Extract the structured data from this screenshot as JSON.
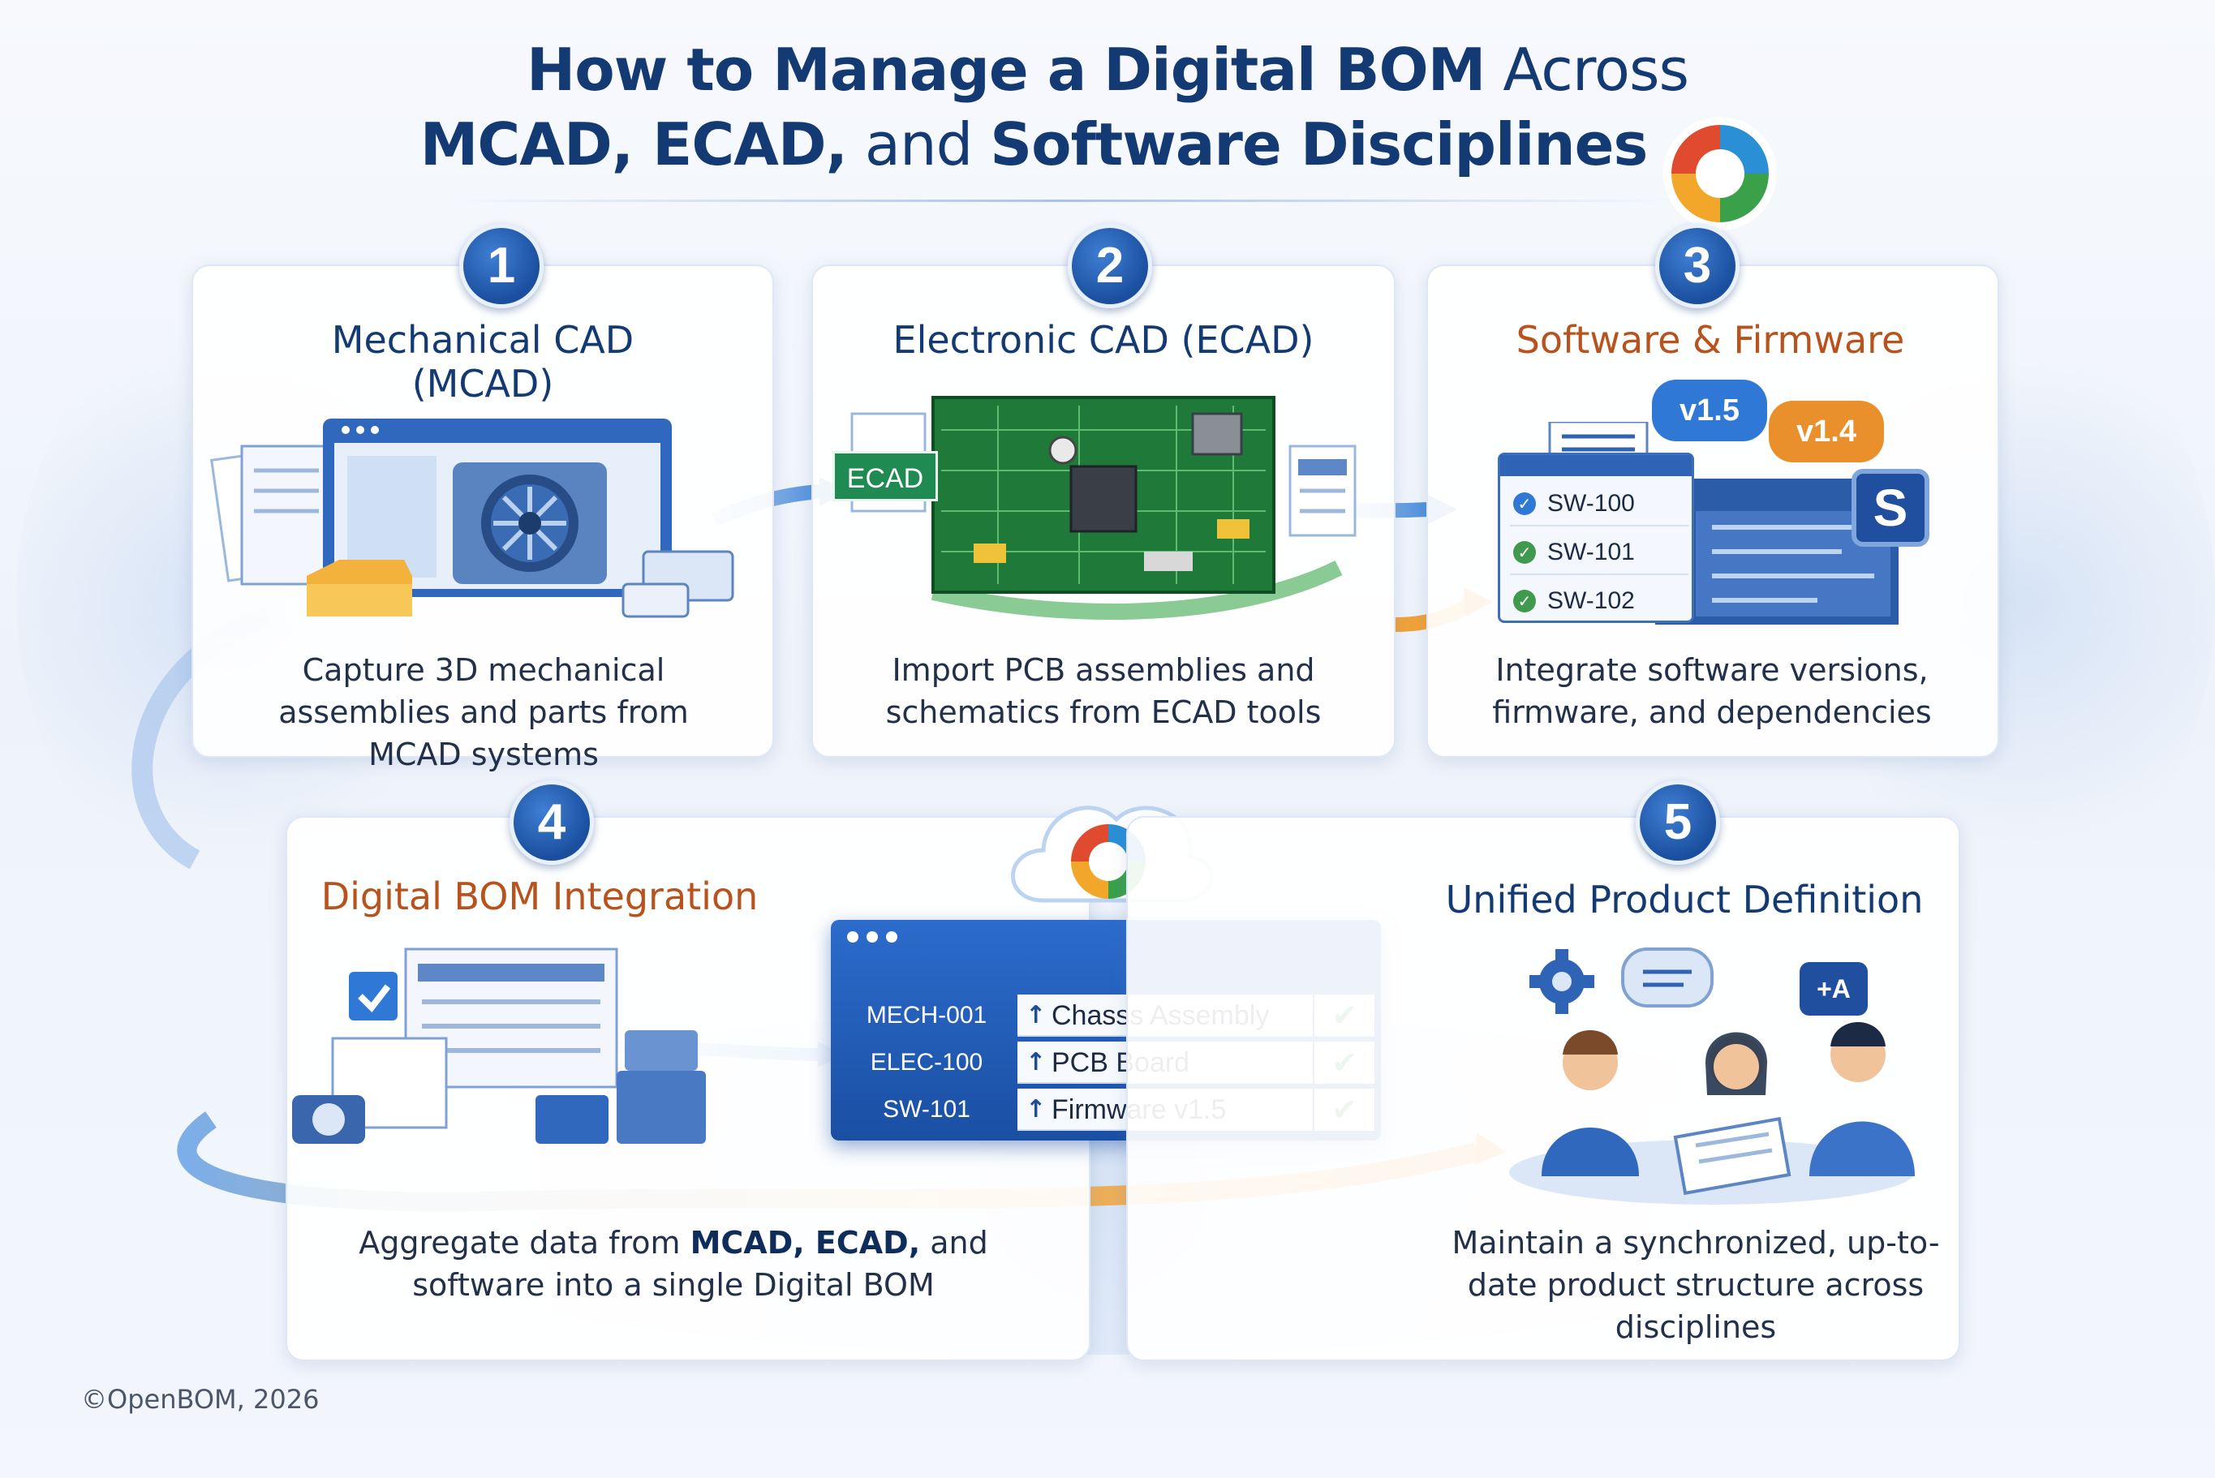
{
  "title": {
    "line1_bold_a": "How to Manage a",
    "line1_bold_b": "Digital BOM",
    "line1_light": "Across",
    "line2_bold_a": "MCAD, ECAD,",
    "line2_light": "and",
    "line2_bold_b": "Software Disciplines"
  },
  "steps": [
    {
      "number": "1",
      "title": "Mechanical CAD (MCAD)",
      "description": "Capture 3D mechanical assemblies and parts from MCAD systems"
    },
    {
      "number": "2",
      "title": "Electronic CAD (ECAD)",
      "description": "Import PCB assemblies and schematics from ECAD tools",
      "tag": "ECAD"
    },
    {
      "number": "3",
      "title": "Software & Firmware",
      "description": "Integrate software versions, firmware, and dependencies",
      "versions": [
        "v1.5",
        "v1.4"
      ],
      "chip_label": "S",
      "sw_items": [
        {
          "label": "SW-100",
          "status": "check",
          "color": "#2f78d6"
        },
        {
          "label": "SW-101",
          "status": "ok",
          "color": "#3f9a4d"
        },
        {
          "label": "SW-102",
          "status": "ok",
          "color": "#3f9a4d"
        }
      ]
    },
    {
      "number": "4",
      "title": "Digital BOM Integration",
      "description_pre": "Aggregate data from",
      "description_bold": "MCAD, ECAD,",
      "description_post": "and software into a single Digital BOM",
      "bom_rows": [
        {
          "code": "MECH-001",
          "name": "Chasss Assembly",
          "status": "✔"
        },
        {
          "code": "ELEC-100",
          "name": "PCB Board",
          "status": "✔"
        },
        {
          "code": "SW-101",
          "name": "Firmware v1.5",
          "status": "✔"
        }
      ]
    },
    {
      "number": "5",
      "title": "Unified Product Definition",
      "description": "Maintain a synchronized, up-to-date product structure across disciplines",
      "translate_label": "+A"
    }
  ],
  "copyright": "©OpenBOM, 2026",
  "colors": {
    "primary_blue": "#143a73",
    "accent_orange": "#b9531e",
    "badge_blue": "#1b4f9e",
    "logo_red": "#e04a2f",
    "logo_yellow": "#f2a62a",
    "logo_green": "#3aa14a",
    "logo_blue": "#2b8fd6"
  }
}
